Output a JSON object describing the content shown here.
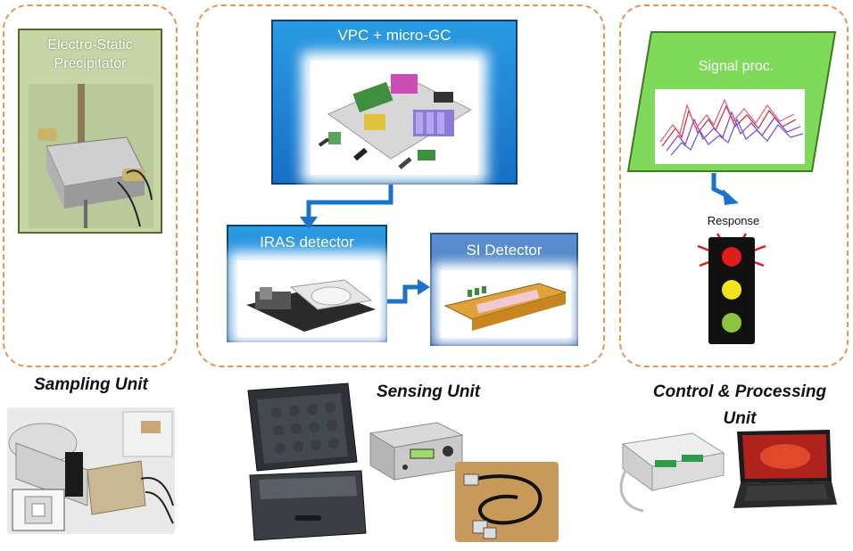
{
  "sampling": {
    "esp_title_line1": "Electro-Static",
    "esp_title_line2": "Precipitator",
    "unit_label": "Sampling Unit"
  },
  "sensing": {
    "vpc_title": "VPC + micro-GC",
    "iras_title": "IRAS detector",
    "si_title": "SI Detector",
    "unit_label": "Sensing Unit"
  },
  "control": {
    "signal_title": "Signal proc.",
    "response_label": "Response",
    "unit_label_line1": "Control & Processing",
    "unit_label_line2": "Unit"
  },
  "colors": {
    "dashed_border": "#e8944e",
    "blue_panel": "#1f86d6",
    "green_panel": "#7ed957",
    "esp_panel": "#c2d3a0",
    "arrow": "#1a73c9",
    "light_red": "#e01b1b",
    "light_yellow": "#f4e21a",
    "light_green": "#8bc53f"
  }
}
